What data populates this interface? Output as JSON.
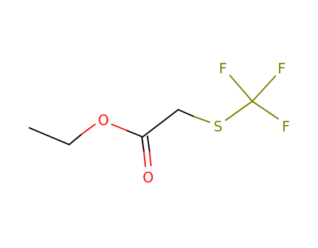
{
  "molecule": {
    "atoms": [
      {
        "id": "O1",
        "label": "O",
        "color": "#ff0d0d"
      },
      {
        "id": "O2",
        "label": "O",
        "color": "#ff0d0d"
      },
      {
        "id": "S",
        "label": "S",
        "color": "#808000"
      },
      {
        "id": "F1",
        "label": "F",
        "color": "#808000"
      },
      {
        "id": "F2",
        "label": "F",
        "color": "#808000"
      },
      {
        "id": "F3",
        "label": "F",
        "color": "#808000"
      }
    ],
    "colors": {
      "carbon_bond": "#000000",
      "oxygen": "#ff0d0d",
      "sulfur": "#808000",
      "fluorine": "#808000",
      "background": "#ffffff"
    }
  }
}
